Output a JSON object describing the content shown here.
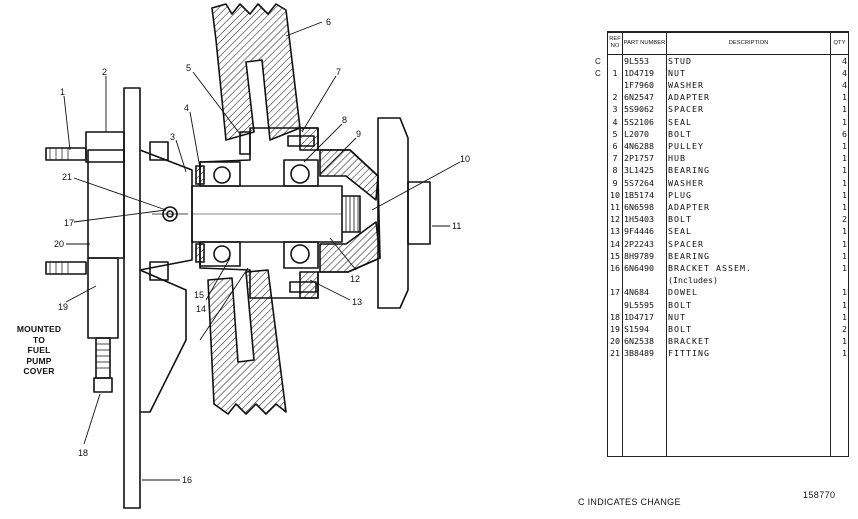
{
  "drawing": {
    "callouts": [
      "1",
      "2",
      "3",
      "4",
      "5",
      "6",
      "7",
      "8",
      "9",
      "10",
      "11",
      "12",
      "13",
      "14",
      "15",
      "16",
      "17",
      "18",
      "19",
      "20",
      "21"
    ],
    "note_lines": [
      "MOUNTED",
      "TO",
      "FUEL",
      "PUMP",
      "COVER"
    ]
  },
  "table": {
    "headers": {
      "ref": "REF NO",
      "part": "PART NUMBER",
      "desc": "DESCRIPTION",
      "qty": "QTY"
    },
    "rows": [
      {
        "ref": "",
        "part": "9L553",
        "desc": "STUD",
        "qty": "4",
        "change": "C"
      },
      {
        "ref": "1",
        "part": "1D4719",
        "desc": "NUT",
        "qty": "4",
        "change": "C"
      },
      {
        "ref": "",
        "part": "1F7960",
        "desc": "WASHER",
        "qty": "4",
        "change": ""
      },
      {
        "ref": "2",
        "part": "6N2547",
        "desc": "ADAPTER",
        "qty": "1",
        "change": ""
      },
      {
        "ref": "3",
        "part": "5S9062",
        "desc": "SPACER",
        "qty": "1",
        "change": ""
      },
      {
        "ref": "4",
        "part": "5S2106",
        "desc": "SEAL",
        "qty": "1",
        "change": ""
      },
      {
        "ref": "5",
        "part": "L2070",
        "desc": "BOLT",
        "qty": "6",
        "change": ""
      },
      {
        "ref": "6",
        "part": "4N6288",
        "desc": "PULLEY",
        "qty": "1",
        "change": ""
      },
      {
        "ref": "7",
        "part": "2P1757",
        "desc": "HUB",
        "qty": "1",
        "change": ""
      },
      {
        "ref": "8",
        "part": "3L1425",
        "desc": "BEARING",
        "qty": "1",
        "change": ""
      },
      {
        "ref": "9",
        "part": "5S7264",
        "desc": "WASHER",
        "qty": "1",
        "change": ""
      },
      {
        "ref": "10",
        "part": "1B5174",
        "desc": "PLUG",
        "qty": "1",
        "change": ""
      },
      {
        "ref": "11",
        "part": "6N6598",
        "desc": "ADAPTER",
        "qty": "1",
        "change": ""
      },
      {
        "ref": "12",
        "part": "1H5403",
        "desc": "BOLT",
        "qty": "2",
        "change": ""
      },
      {
        "ref": "13",
        "part": "9F4446",
        "desc": "SEAL",
        "qty": "1",
        "change": ""
      },
      {
        "ref": "14",
        "part": "2P2243",
        "desc": "SPACER",
        "qty": "1",
        "change": ""
      },
      {
        "ref": "15",
        "part": "8H9789",
        "desc": "BEARING",
        "qty": "1",
        "change": ""
      },
      {
        "ref": "16",
        "part": "6N6490",
        "desc": "BRACKET ASSEM.",
        "qty": "1",
        "change": ""
      },
      {
        "ref": "",
        "part": "",
        "desc": "(Includes)",
        "qty": "",
        "change": ""
      },
      {
        "ref": "17",
        "part": "4N684",
        "desc": "DOWEL",
        "qty": "1",
        "change": ""
      },
      {
        "ref": "",
        "part": "9L5595",
        "desc": "BOLT",
        "qty": "1",
        "change": ""
      },
      {
        "ref": "18",
        "part": "1D4717",
        "desc": "NUT",
        "qty": "1",
        "change": ""
      },
      {
        "ref": "19",
        "part": "S1594",
        "desc": "BOLT",
        "qty": "2",
        "change": ""
      },
      {
        "ref": "20",
        "part": "6N2538",
        "desc": "BRACKET",
        "qty": "1",
        "change": ""
      },
      {
        "ref": "21",
        "part": "3B8489",
        "desc": "FITTING",
        "qty": "1",
        "change": ""
      }
    ]
  },
  "footer": {
    "change_note": "C INDICATES CHANGE",
    "drawing_number": "158770"
  }
}
